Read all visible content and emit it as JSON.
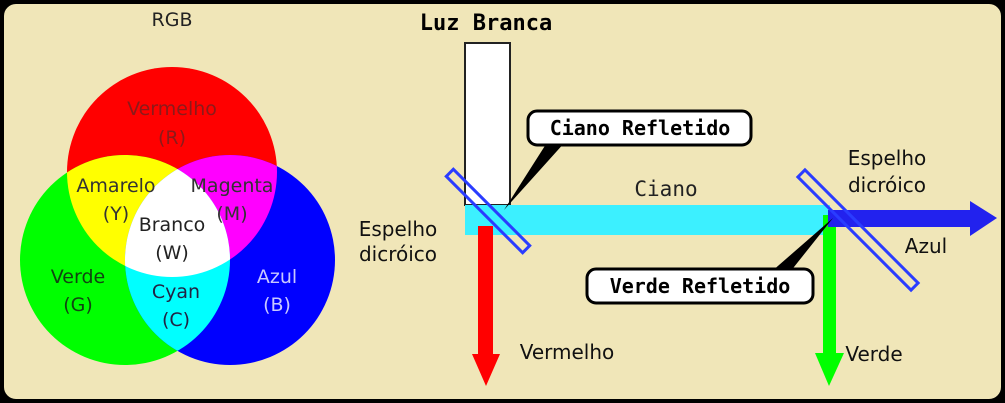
{
  "venn": {
    "title": "RGB",
    "red": {
      "name": "Vermelho",
      "code": "(R)"
    },
    "green": {
      "name": "Verde",
      "code": "(G)"
    },
    "blue": {
      "name": "Azul",
      "code": "(B)"
    },
    "yellow": {
      "name": "Amarelo",
      "code": "(Y)"
    },
    "magenta": {
      "name": "Magenta",
      "code": "(M)"
    },
    "cyan": {
      "name": "Cyan",
      "code": "(C)"
    },
    "white": {
      "name": "Branco",
      "code": "(W)"
    }
  },
  "optics": {
    "white_light": "Luz Branca",
    "cyan_reflected": "Ciano Refletido",
    "cyan": "Ciano",
    "mirror_left": {
      "line1": "Espelho",
      "line2": "dicróico"
    },
    "mirror_right": {
      "line1": "Espelho",
      "line2": "dicróico"
    },
    "blue_out": "Azul",
    "green_reflected": "Verde Refletido",
    "red_out": "Vermelho",
    "green_out": "Verde"
  },
  "colors": {
    "red": "#ff0000",
    "green": "#00ff00",
    "blue": "#0000ff",
    "yellow": "#ffff00",
    "magenta": "#ff00ff",
    "cyan": "#00ffff",
    "white": "#ffffff",
    "beam_cyan": "#3cf0ff",
    "arrow_blue": "#2222ee",
    "background": "#f0e6b8"
  }
}
